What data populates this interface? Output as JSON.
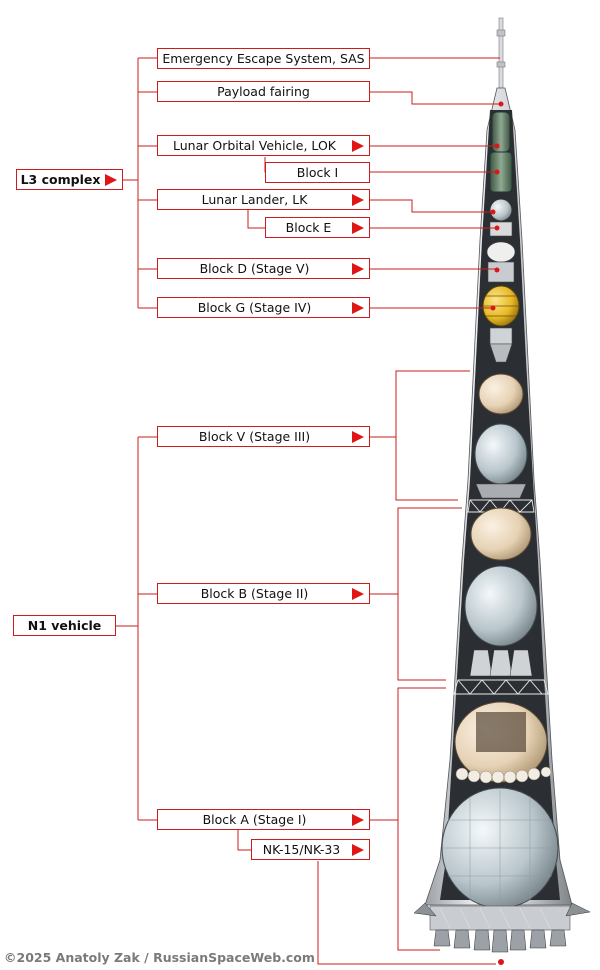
{
  "labels": {
    "sas": "Emergency Escape System, SAS",
    "fairing": "Payload fairing",
    "lok": "Lunar Orbital Vehicle, LOK",
    "block_i": "Block I",
    "lk": "Lunar Lander, LK",
    "block_e": "Block E",
    "block_d": "Block D (Stage V)",
    "block_g": "Block G (Stage IV)",
    "l3": "L3 complex",
    "block_v": "Block V (Stage III)",
    "block_b": "Block B (Stage II)",
    "n1": "N1 vehicle",
    "block_a": "Block A (Stage I)",
    "nk": "NK-15/NK-33"
  },
  "credit": "©2025 Anatoly Zak / RussianSpaceWeb.com",
  "colors": {
    "leader": "#cc1c1c",
    "arrow": "#e01515",
    "hull": "#c9ccd0",
    "hull_dark": "#2b2f33",
    "tank_silver": "#b9c6cc",
    "tank_beige": "#e6d2b5",
    "tank_yellow": "#e8b923",
    "spacecraft_green": "#6f8a73"
  }
}
